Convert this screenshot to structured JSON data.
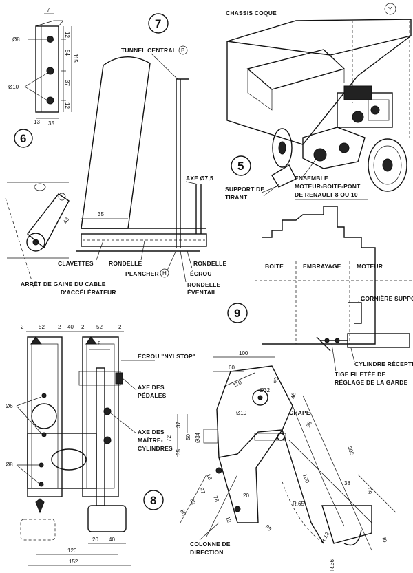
{
  "figures": {
    "fig5": {
      "number": "5",
      "labels": {
        "chassis": "CHASSIS COQUE",
        "y_marker": "Y",
        "support_l1": "SUPPORT DE",
        "support_l2": "TIRANT",
        "ensemble_l1": "ENSEMBLE",
        "ensemble_l2": "MOTEUR-BOITE-PONT",
        "ensemble_l3": "DE RENAULT 8 OU 10"
      }
    },
    "fig6": {
      "number": "6",
      "dims": {
        "phi8": "Ø8",
        "phi10": "Ø10",
        "d12a": "12",
        "d54": "54",
        "d115": "115",
        "d37": "37",
        "d12b": "12",
        "d13": "13",
        "d35": "35",
        "d7": "7"
      }
    },
    "fig7": {
      "number": "7",
      "labels": {
        "tunnel": "TUNNEL CENTRAL",
        "tunnel_marker": "B",
        "axe": "AXE Ø7,5",
        "dim35": "35",
        "dim43": "43",
        "clavettes": "CLAVETTES",
        "rondelle": "RONDELLE",
        "plancher": "PLANCHER",
        "plancher_marker": "H",
        "rondelle_r": "RONDELLE",
        "ecrou": "ÉCROU",
        "rondelle_ev_l1": "RONDELLE",
        "rondelle_ev_l2": "ÉVENTAIL",
        "arret_l1": "ARRÊT DE GAINE DU CABLE",
        "arret_l2": "D'ACCÉLÉRATEUR"
      }
    },
    "fig8": {
      "number": "8",
      "top_dims": [
        "2",
        "52",
        "2",
        "40",
        "2",
        "52",
        "2"
      ],
      "labels": {
        "d8": "8",
        "ecrou": "ÉCROU \"NYLSTOP\"",
        "axe_pedales_l1": "AXE DES",
        "axe_pedales_l2": "PÉDALES",
        "axe_maitre_l1": "AXE DES",
        "axe_maitre_l2": "MAÎTRE-",
        "axe_maitre_l3": "CYLINDRES",
        "phi6": "Ø6",
        "phi8": "Ø8",
        "d20": "20",
        "d40": "40",
        "d120": "120",
        "d152": "152"
      }
    },
    "fig9": {
      "number": "9",
      "labels": {
        "boite": "BOITE",
        "embrayage": "EMBRAYAGE",
        "moteur": "MOTEUR",
        "corniere": "CORNIÈRE SUPPORT",
        "cylindre": "CYLINDRE RÉCEPTEUR",
        "tige_l1": "TIGE FILETÉE DE",
        "tige_l2": "RÉGLAGE DE LA GARDE"
      }
    },
    "fig_colonne": {
      "labels": {
        "d100": "100",
        "d60": "60",
        "d110": "110",
        "phi32": "Ø32",
        "d60b": "60",
        "d46": "46",
        "phi10": "Ø10",
        "chape": "CHAPE",
        "d55": "55",
        "d72": "72",
        "d37": "37",
        "d50": "50",
        "phi34": "Ø34",
        "d35": "35",
        "d305": "305",
        "d100b": "100",
        "d15": "15",
        "d97": "97",
        "d78": "78",
        "d62": "62",
        "d80": "80",
        "d20": "20",
        "d12": "12",
        "d38": "38",
        "d60c": "60",
        "d40": "40",
        "r65": "R.65",
        "d95": "95",
        "r12": "R.12",
        "r36": "R.36",
        "colonne_l1": "COLONNE DE",
        "colonne_l2": "DIRECTION"
      }
    }
  }
}
